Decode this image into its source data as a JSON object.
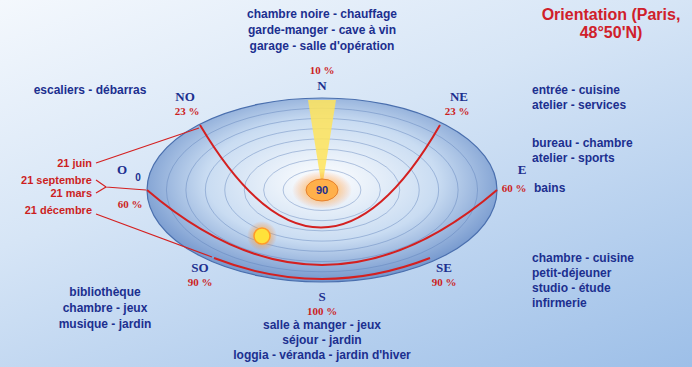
{
  "diagram": {
    "title": "Orientation (Paris, 48°50'N)",
    "labels": [
      "chambre noire - chauffage",
      "garde-manger - cave à vin",
      "garage - salle d'opération",
      "10 %",
      "N",
      "escaliers - débarras",
      "entrée - cuisine",
      "atelier - services",
      "NO",
      "23 %",
      "NE",
      "23 %",
      "bureau - chambre",
      "atelier - sports",
      "21 juin",
      "21 septembre",
      "21 mars",
      "90",
      "O",
      "0",
      "60 %",
      "E",
      "60 %",
      "bains",
      "21 décembre",
      "SO",
      "90 %",
      "SE",
      "90 %",
      "chambre - cuisine",
      "petit-déjeuner",
      "studio - étude",
      "infirmerie",
      "bibliothèque",
      "chambre - jeux",
      "musique - jardin",
      "S",
      "100 %",
      "salle à manger - jeux",
      "séjour - jardin",
      "loggia - véranda - jardin d'hiver"
    ]
  }
}
